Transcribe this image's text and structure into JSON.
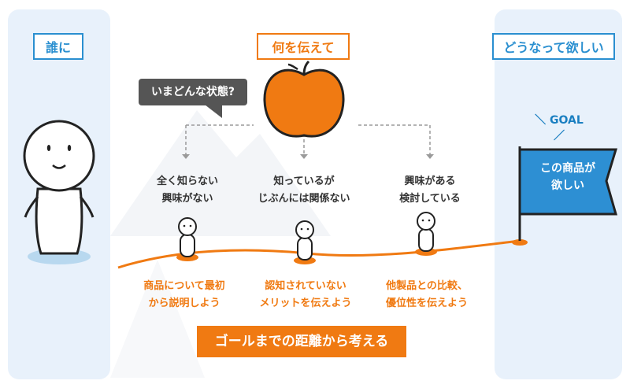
{
  "headers": {
    "who": "誰に",
    "what": "何を伝えて",
    "goal_state": "どうなって欲しい"
  },
  "bubble": "いまどんな状態?",
  "states": [
    {
      "line1": "全く知らない",
      "line2": "興味がない"
    },
    {
      "line1": "知っているが",
      "line2": "じぶんには関係ない"
    },
    {
      "line1": "興味がある",
      "line2": "検討している"
    }
  ],
  "actions": [
    {
      "line1": "商品について最初",
      "line2": "から説明しよう"
    },
    {
      "line1": "認知されていない",
      "line2": "メリットを伝えよう"
    },
    {
      "line1": "他製品との比較、",
      "line2": "優位性を伝えよう"
    }
  ],
  "goal": {
    "tag": "＼ GOAL ／",
    "flag_line1": "この商品が",
    "flag_line2": "欲しい"
  },
  "footer": "ゴールまでの距離から考える",
  "colors": {
    "orange": "#f07a12",
    "blue": "#2a8fd0",
    "flag": "#2d8fd3",
    "panel": "#e8f1fb",
    "bubble": "#555555"
  },
  "icons": {
    "apple": "apple-icon",
    "flag": "flag-icon",
    "person": "person-icon"
  }
}
